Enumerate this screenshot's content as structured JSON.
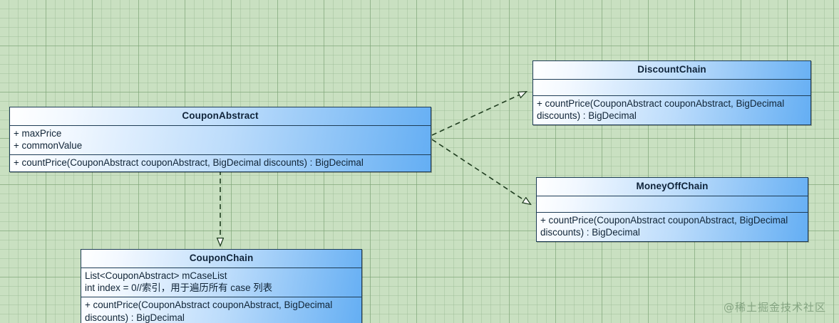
{
  "diagram": {
    "type": "uml-class-diagram",
    "background_color": "#c9e0c1",
    "grid": true,
    "box_border_color": "#1d3c55",
    "box_gradient_from": "#ffffff",
    "box_gradient_to": "#64aef3",
    "connector_color": "#1f3d1f",
    "connector_style": "dashed",
    "arrowhead": "hollow-triangle"
  },
  "classes": {
    "coupon_abstract": {
      "name": "CouponAbstract",
      "attributes": [
        "+ maxPrice",
        "+ commonValue"
      ],
      "operations": [
        "+ countPrice(CouponAbstract couponAbstract, BigDecimal discounts) : BigDecimal"
      ]
    },
    "discount_chain": {
      "name": "DiscountChain",
      "attributes": [],
      "operations": [
        "+ countPrice(CouponAbstract couponAbstract, BigDecimal discounts) : BigDecimal"
      ]
    },
    "money_off_chain": {
      "name": "MoneyOffChain",
      "attributes": [],
      "operations": [
        "+ countPrice(CouponAbstract couponAbstract, BigDecimal discounts) : BigDecimal"
      ]
    },
    "coupon_chain": {
      "name": "CouponChain",
      "attributes": [
        "List<CouponAbstract> mCaseList",
        "int index = 0//索引，用于遍历所有 case 列表"
      ],
      "operations": [
        "+ countPrice(CouponAbstract couponAbstract, BigDecimal discounts) : BigDecimal"
      ]
    }
  },
  "relationships": [
    {
      "from": "CouponAbstract",
      "to": "DiscountChain",
      "type": "realization"
    },
    {
      "from": "CouponAbstract",
      "to": "MoneyOffChain",
      "type": "realization"
    },
    {
      "from": "CouponAbstract",
      "to": "CouponChain",
      "type": "realization"
    }
  ],
  "watermark": {
    "text": "@稀土掘金技术社区"
  }
}
